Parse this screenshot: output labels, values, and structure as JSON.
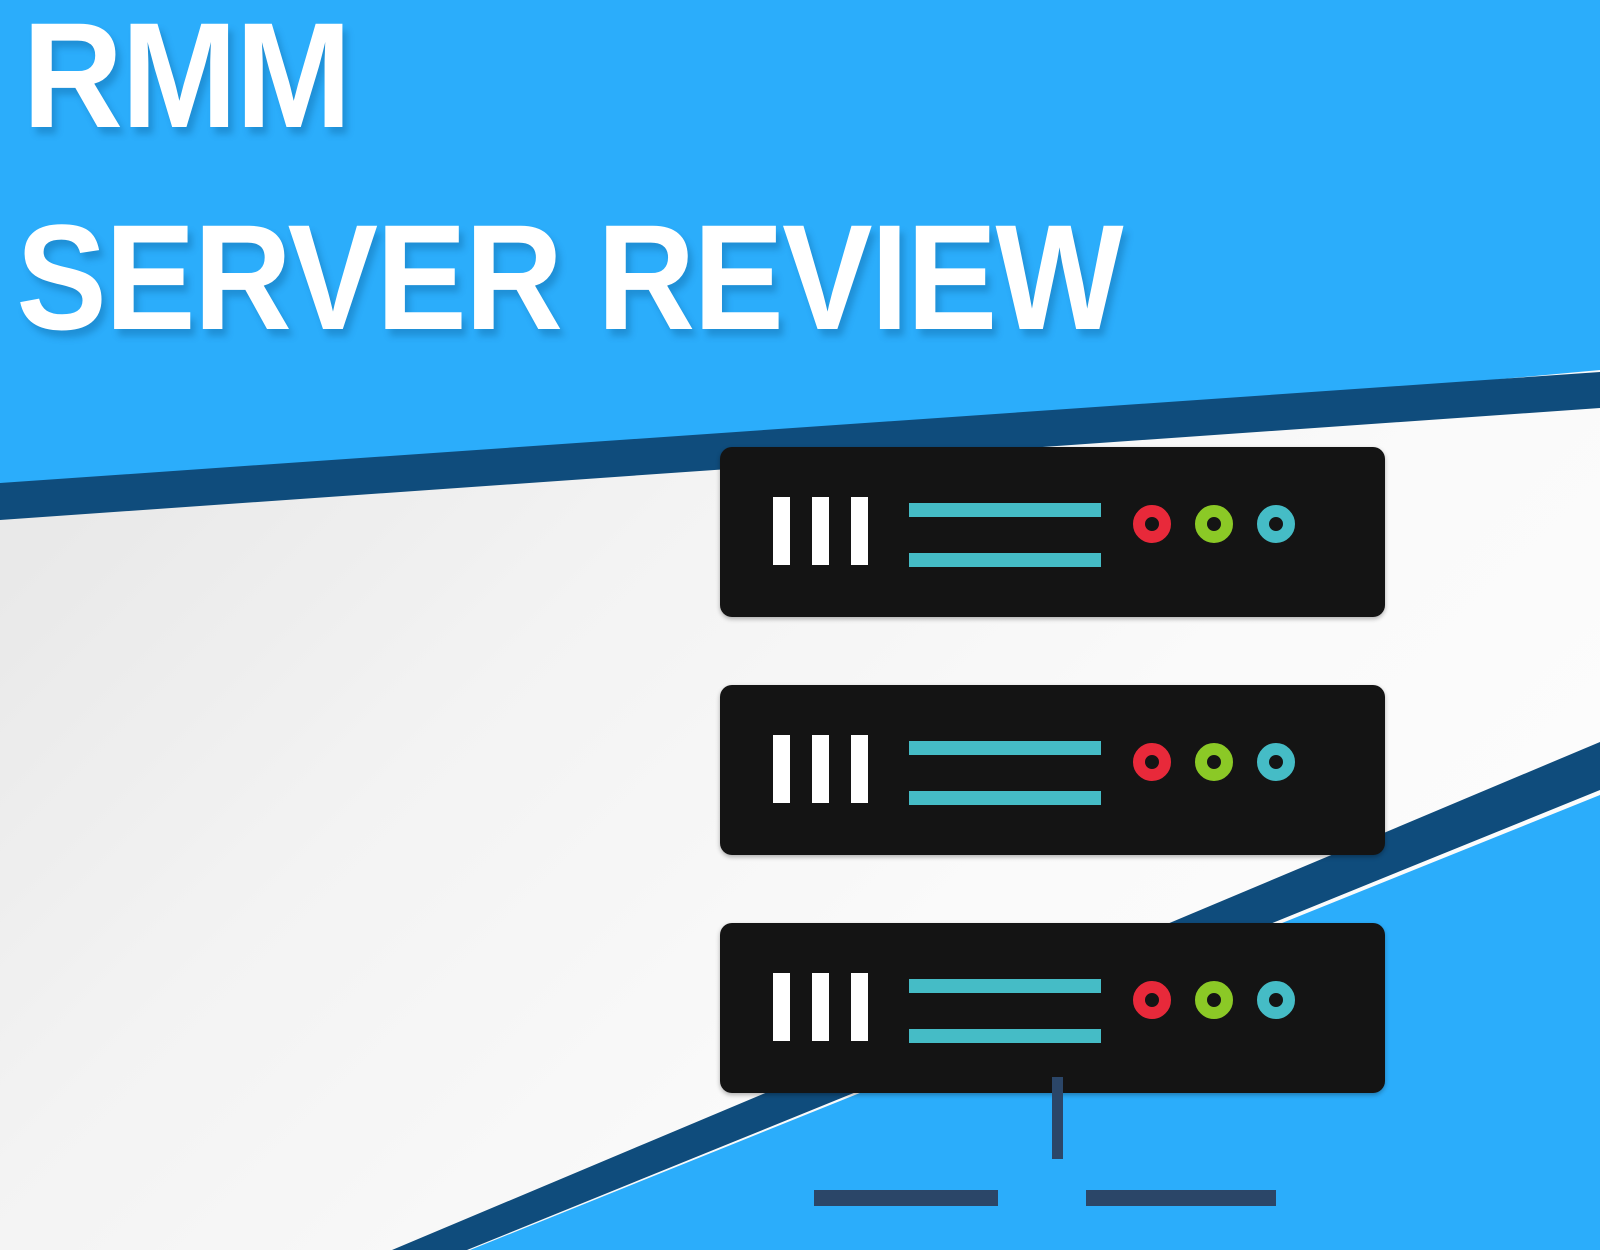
{
  "theme": {
    "background_blue": "#2BADFB",
    "panel_white": "#F7F7F7",
    "band_navy": "#0F4C7C",
    "server_black": "#141414",
    "teal": "#45BCC6",
    "led_red": "#E8293A",
    "led_green": "#8BC926",
    "led_cyan": "#45BCC6",
    "connector_navy": "#2B4668",
    "title_color": "#FFFFFF"
  },
  "title": {
    "line1": "RMM",
    "line2": "SERVER REVIEW"
  },
  "graphic": {
    "name": "server-rack-illustration",
    "unit_count": 3,
    "units": [
      {
        "label": "server-unit-1",
        "vent_bars": 3,
        "data_lines": 2,
        "leds": [
          {
            "name": "status-led-red",
            "color": "#E8293A"
          },
          {
            "name": "status-led-green",
            "color": "#8BC926"
          },
          {
            "name": "status-led-cyan",
            "color": "#45BCC6"
          }
        ]
      },
      {
        "label": "server-unit-2",
        "vent_bars": 3,
        "data_lines": 2,
        "leds": [
          {
            "name": "status-led-red",
            "color": "#E8293A"
          },
          {
            "name": "status-led-green",
            "color": "#8BC926"
          },
          {
            "name": "status-led-cyan",
            "color": "#45BCC6"
          }
        ]
      },
      {
        "label": "server-unit-3",
        "vent_bars": 3,
        "data_lines": 2,
        "leds": [
          {
            "name": "status-led-red",
            "color": "#E8293A"
          },
          {
            "name": "status-led-green",
            "color": "#8BC926"
          },
          {
            "name": "status-led-cyan",
            "color": "#45BCC6"
          }
        ]
      }
    ],
    "connector": {
      "name": "network-connector",
      "stem": "vertical-stem",
      "branches": [
        "connector-bar-left",
        "connector-bar-right"
      ]
    }
  },
  "decoration": {
    "top_band": "diagonal-navy-band-upper",
    "bottom_band": "diagonal-navy-band-lower",
    "white_panel": "angled-white-panel"
  }
}
